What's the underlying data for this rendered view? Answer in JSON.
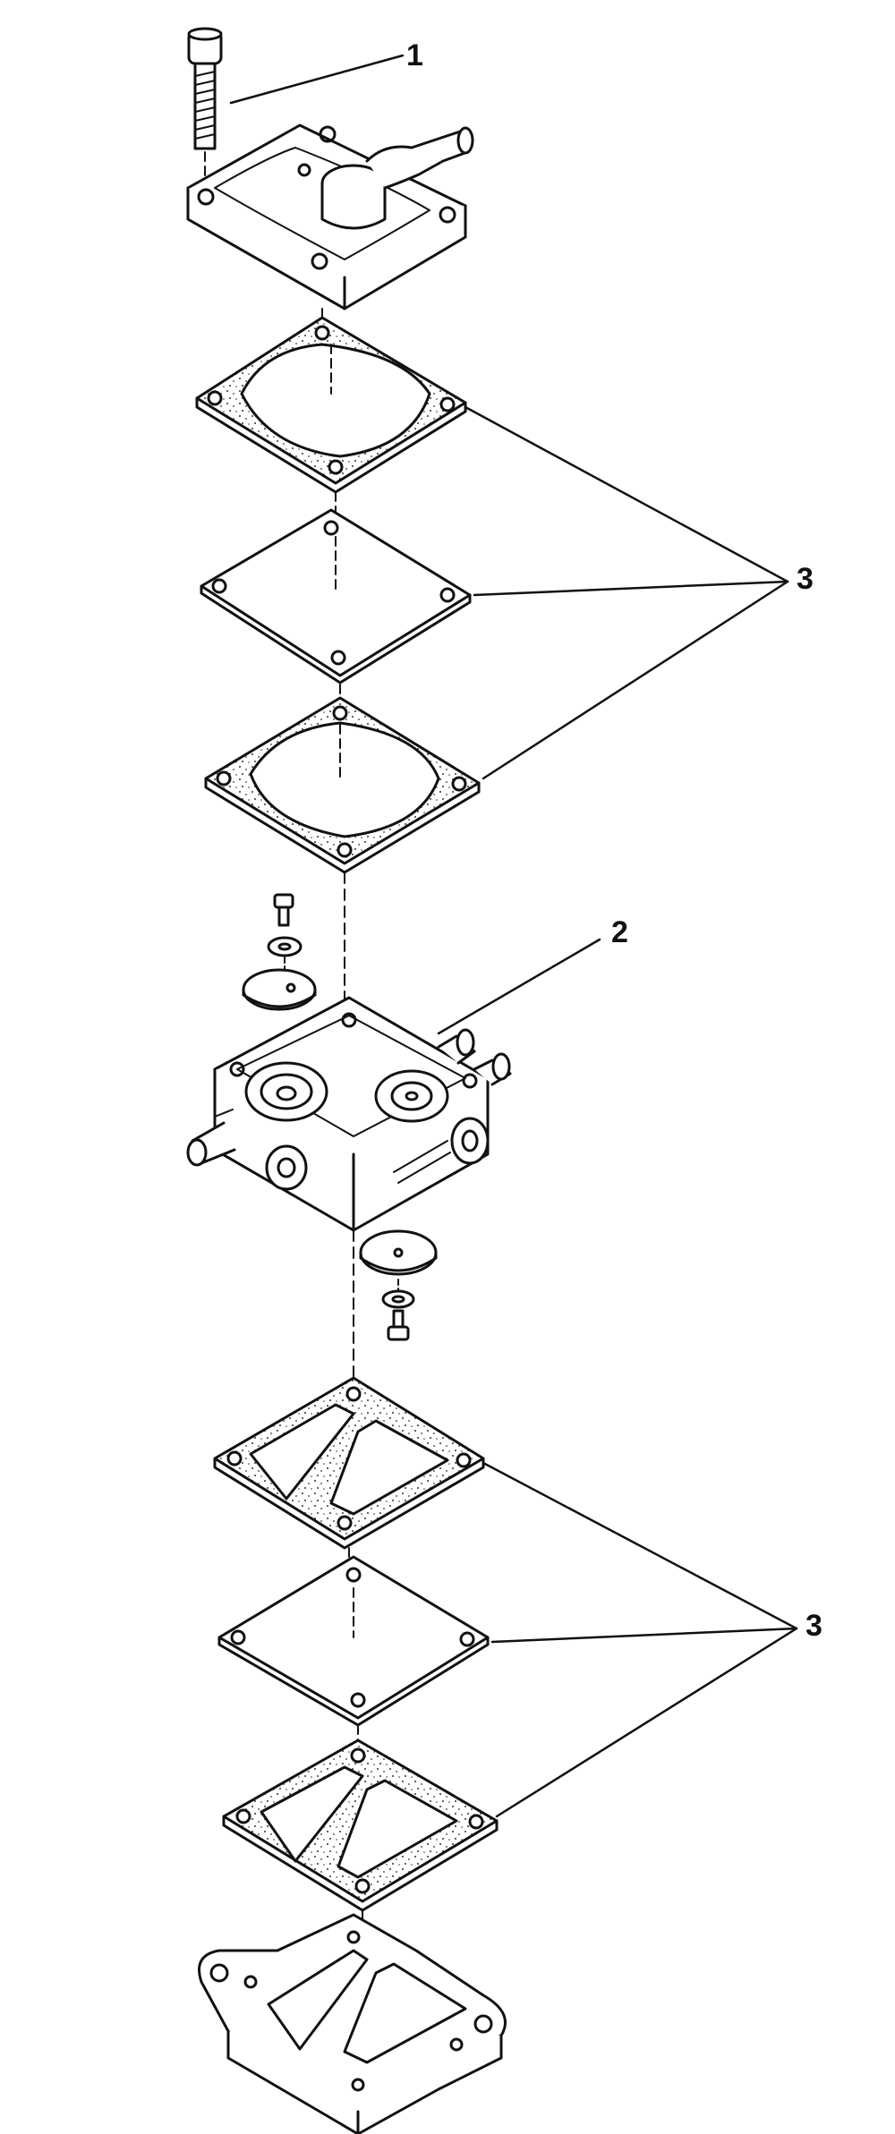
{
  "diagram": {
    "callouts": [
      {
        "id": "1",
        "label": "1"
      },
      {
        "id": "2",
        "label": "2"
      },
      {
        "id": "3a",
        "label": "3"
      },
      {
        "id": "3b",
        "label": "3"
      }
    ],
    "colors": {
      "line": "#111111",
      "paper": "#ffffff",
      "speckle": "#333333"
    }
  }
}
